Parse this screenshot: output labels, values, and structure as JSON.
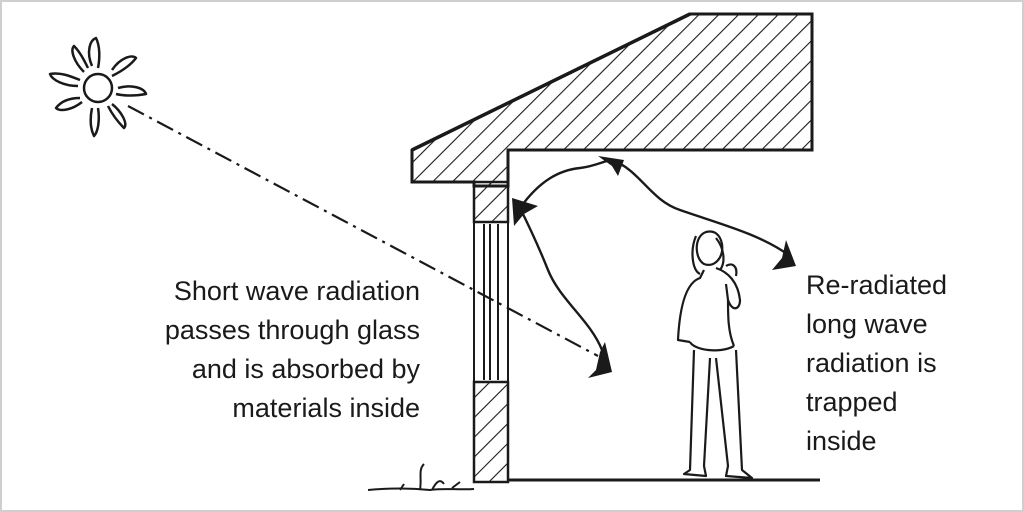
{
  "labels": {
    "short_wave": [
      "Short wave radiation",
      "passes through glass",
      "and is absorbed by",
      "materials inside"
    ],
    "long_wave": [
      "Re-radiated",
      "long wave",
      "radiation is",
      "trapped",
      "inside"
    ]
  },
  "icons": [
    "sun-icon",
    "person-figure",
    "house-section"
  ],
  "colors": {
    "ink": "#1a1a1a",
    "background": "#ffffff"
  }
}
